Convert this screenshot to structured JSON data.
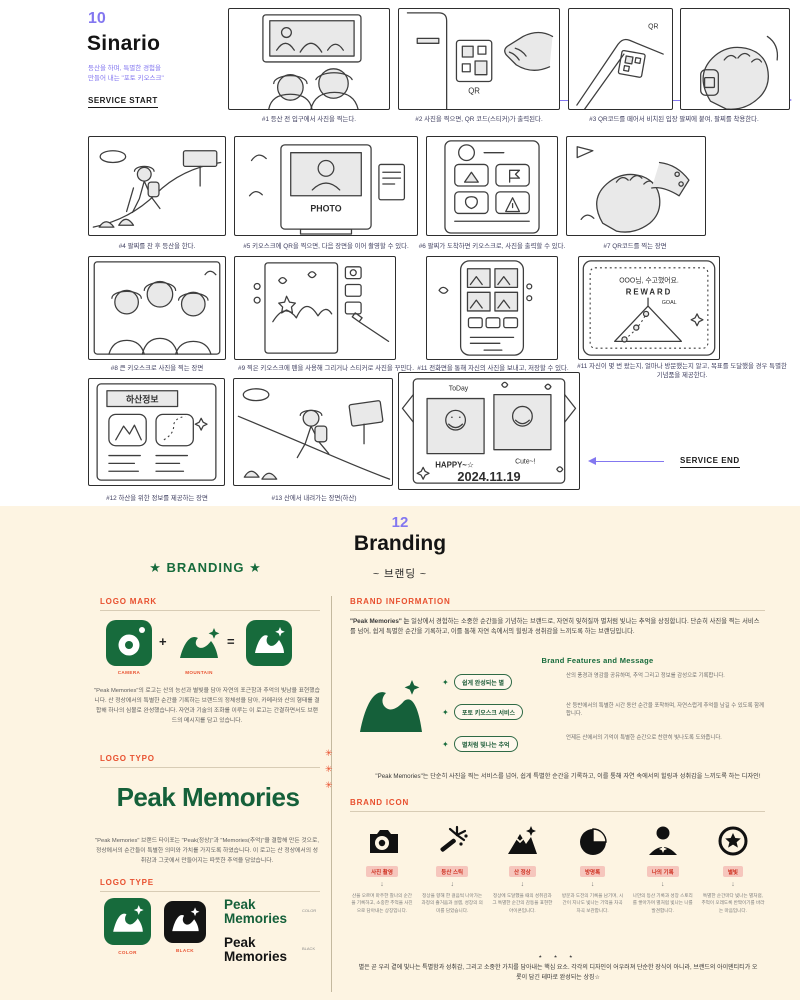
{
  "storyboard": {
    "number": "10",
    "title": "Sinario",
    "subtitle": "등산을 하며, 특별한 경험을\n만들어 내는 \"포토 키오스크\"",
    "service_start": "SERVICE START",
    "service_end": "SERVICE END",
    "captions": [
      "#1 등산 전 입구에서 사진을 찍는다.",
      "#2 사진을 찍으면, QR 코드(스티커)가 출력된다.",
      "#3 QR코드를 떼어서 비치된 입장 팔찌에 붙여, 팔찌를 착용한다.",
      "#4 팔찌를 찬 후 등산을 한다.",
      "#5 키오스크에 QR을 찍으면, 다음 장면을 이어 촬영할 수 있다.",
      "#6 팔찌가 도착하면 키오스크로, 사진을 출력할 수 있다.",
      "#7 QR코드를 찍는 장면",
      "#8 큰 키오스크로 사진을 찍는 장면",
      "#9 찍은 키오스크에 펜을 사용해 그리거나 스티커로 사진을 꾸민다.",
      "#11 전화면을 통해 자신의 사진을 보내고, 저장할 수 있다.",
      "#11 자신이 몇 번 왔는지, 얼마나 방문했는지 알고, 목표를 도달했을 경우 특별한 기념품을 제공한다.",
      "#12 하산을 위한 정보를 제공하는 장면",
      "#13 산에서 내려가는 장면(하산)"
    ],
    "sketch": {
      "qr": "QR",
      "photo": "PHOTO",
      "reward_title": "OOO님, 수고했어요.",
      "reward": "REWARD",
      "goal": "GOAL",
      "descent_board": "하산정보",
      "today": "ToDay",
      "happy": "HAPPY~☆",
      "cute": "Cute~!",
      "date": "2024.11.19"
    }
  },
  "branding": {
    "number": "12",
    "title": "Branding",
    "subtitle": "~ 브랜딩 ~",
    "colors": {
      "green": "#176b3c",
      "orange": "#e8502f",
      "purple": "#8377f0",
      "cream": "#fdf4e2",
      "pink": "#f6c6bd"
    },
    "left": {
      "header": "★ BRANDING ★",
      "logo_mark": {
        "heading": "LOGO MARK",
        "plus": "+",
        "equals": "=",
        "camera_label": "CAMERA",
        "mountain_label": "MOUNTAIN",
        "description": "\"Peak Memories\"의 로고는 산의 능선과 별빛을 담아 자연의 포근함과 추억의 빛남을 표현했습니다. 산 정상에서의 특별한 순간을 기록하는 브랜드의 정체성을 담아, 카메라와 산의 형태를 결합해 하나의 심볼로 완성했습니다. 자연과 기술의 조화를 이루는 이 로고는 간결하면서도 브랜드의 메시지를 담고 있습니다."
      },
      "logo_typo": {
        "heading": "LOGO TYPO",
        "wordmark": "Peak Memories",
        "description": "\"Peak Memories\" 브랜드 타이포는 \"Peak(정상)\"과 \"Memories(추억)\"을 결합해 만든 것으로, 정상에서의 순간들이 특별한 의미와 가치를 가지도록 하였습니다. 이 로고는 산 정상에서의 성취감과 그곳에서 만들어지는 따뜻한 추억을 담았습니다."
      },
      "logo_type": {
        "heading": "LOGO TYPE",
        "color_label": "COLOR",
        "black_label": "BLACK",
        "wordmark": "Peak Memories",
        "wordmark_color_label": "COLOR",
        "wordmark_black_label": "BLACK"
      }
    },
    "right": {
      "info": {
        "heading": "BRAND INFORMATION",
        "lead": "\"Peak Memories\" 는",
        "text": " 일상에서 경험하는 소중한 순간들을 기념하는 브랜드로, 자연히 잊혀질까 별처럼 빛나는 추억을 상징합니다. 단순히 사진을 찍는 서비스를 넘어, 쉽게 특별한 순간을 기록하고, 이를 통해 자연 속에서의 힐링과 성취감을 느끼도록 하는 브랜딩입니다."
      },
      "features": {
        "title": "Brand Features and Message",
        "items": [
          {
            "label": "쉽게 완성되는 별",
            "desc": "산의 풍경과 영감을 공유하며, 추억 그리고 정보를 감성으로 기록합니다."
          },
          {
            "label": "포토 키오스크 서비스",
            "desc": "산 등반에서의 특별한 시간 동안 순간을 포착하며, 자연스럽게 추억을 남길 수 있도록 함께합니다."
          },
          {
            "label": "별처럼 빛나는 추억",
            "desc": "언제든 산에서의 기억이 특별한 순간으로 찬란히 빛나도록 도와줍니다."
          }
        ],
        "summary": "\"Peak Memories\"는 단순히 사진을 찍는 서비스를 넘어, 쉽게 특별한 순간을 기록하고, 이를 통해 자연 속에서의 힐링과 성취감을 느끼도록 하는 디자인!"
      },
      "icons": {
        "heading": "BRAND ICON",
        "items": [
          {
            "name": "camera-icon",
            "label": "사진 촬영",
            "arrow": "↓",
            "desc": "산을 오르며 마주한 찰나의 순간을 기록하고, 소중한 추억을 사진으로 담아내는 상징입니다."
          },
          {
            "name": "sparkler-icon",
            "label": "등산 스틱",
            "arrow": "↓",
            "desc": "정상을 향해 한 걸음씩 나아가는 과정의 즐거움과 설렘, 성장의 의미를 담았습니다."
          },
          {
            "name": "summit-icon",
            "label": "산 정상",
            "arrow": "↓",
            "desc": "정상에 도달했을 때의 성취감과 그 특별한 순간의 감동을 표현한 아이콘입니다."
          },
          {
            "name": "pie-icon",
            "label": "방명록",
            "arrow": "↓",
            "desc": "방문과 도전의 기록을 남기며, 시간이 지나도 빛나는 기억을 차곡차곡 보관합니다."
          },
          {
            "name": "person-icon",
            "label": "나의 기록",
            "arrow": "↓",
            "desc": "나만의 등산 기록과 성장 스토리를 쌓아가며 별처럼 빛나는 나를 발견합니다."
          },
          {
            "name": "star-icon",
            "label": "별빛",
            "arrow": "↓",
            "desc": "특별한 순간마다 빛나는 별처럼, 추억이 오래도록 반짝이기를 바라는 마음입니다."
          }
        ],
        "footer_stars": "⋆ ⋆ ⋆",
        "footer": "별은 곧 우리 곁에 빛나는 특별함과 성취감, 그리고 소중한 가치를 담아내는 핵심 요소. 각각의 디자인이 어우러져 단순한 장식이 아니라, 브랜드의 아이덴티티가 오롯이 담긴 테마로 완성되는 상징☆"
      }
    }
  }
}
